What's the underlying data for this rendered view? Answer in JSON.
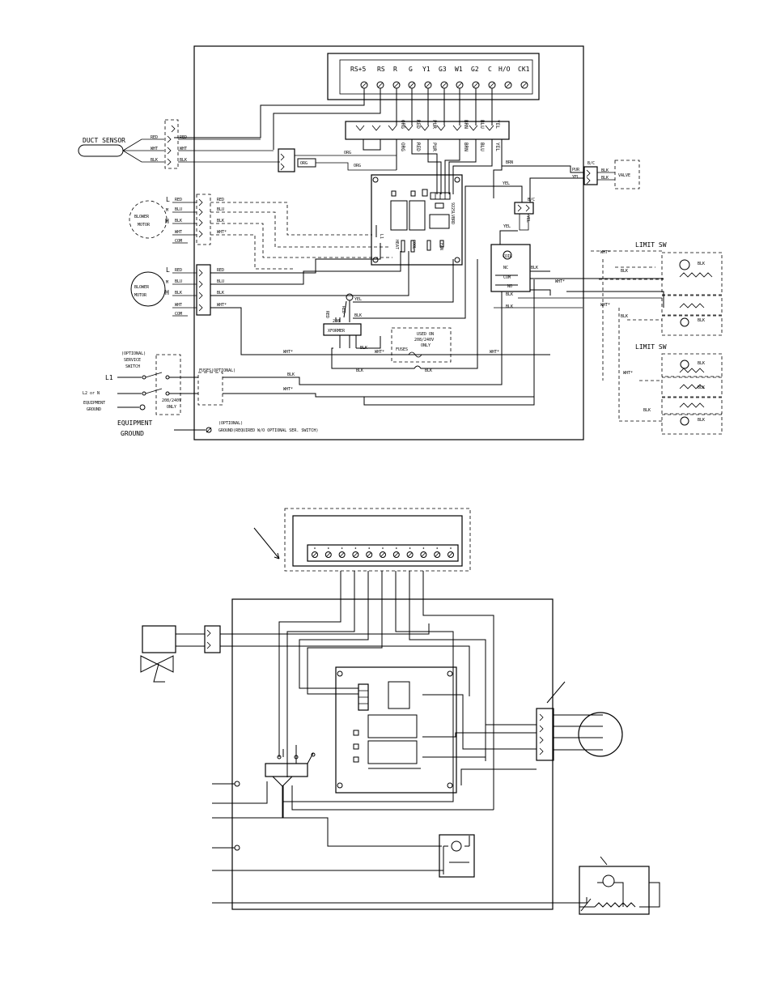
{
  "top_diagram": {
    "terminal_labels": [
      "RS+5",
      "RS",
      "R",
      "G",
      "Y1",
      "G3",
      "W1",
      "G2",
      "C",
      "H/O",
      "CK1"
    ],
    "plug_labels": [
      "ORG",
      "RED",
      "PUR",
      "BRN",
      "BLU",
      "YEL"
    ],
    "harness_labels": [
      "ORG",
      "RED",
      "PUR",
      "BRN",
      "BLU",
      "YEL"
    ],
    "duct_sensor": {
      "label": "DUCT SENSOR",
      "wires": [
        "RED",
        "WHT",
        "BLK"
      ],
      "right_wires": [
        "RED",
        "WHT",
        "BLK"
      ]
    },
    "org_plug": "ORG",
    "org_wire_1": "ORG",
    "org_wire_2": "ORG",
    "blower_motor_1": {
      "name_line1": "BLOWER",
      "name_line2": "MOTOR",
      "taps": [
        "L",
        "M",
        "H"
      ],
      "wires": [
        "RED",
        "BLU",
        "BLK",
        "WHT",
        "COM"
      ],
      "right_wires": [
        "RED",
        "BLU",
        "BLK",
        "WHT*"
      ]
    },
    "blower_motor_2": {
      "name_line1": "BLOWER",
      "name_line2": "MOTOR",
      "taps": [
        "L",
        "M",
        "H"
      ],
      "wires": [
        "RED",
        "BLU",
        "BLK",
        "WHT",
        "COM"
      ],
      "right_wires": [
        "RED",
        "BLU",
        "BLK",
        "WHT*"
      ]
    },
    "board": {
      "label": "922SLVBRD",
      "relay_1": "HEAT",
      "relay_2": "COOL",
      "fan_label": "FAN",
      "ground_label": "L1"
    },
    "relay": {
      "coil_label": "COIL",
      "no_label": "NO",
      "nc_label": "NC",
      "com_label": "COM"
    },
    "relay_wires": [
      "YEL",
      "WHT*",
      "BLK"
    ],
    "valve": {
      "label": "VALVE",
      "wires": [
        "PUR",
        "YEL"
      ],
      "plug_label": "B/C"
    },
    "brn_label": "BRN",
    "yel_label": "YEL",
    "transformer": {
      "label": "XFORMER",
      "wires": [
        "RED",
        "YEL",
        "BLK",
        "RED",
        "BLK"
      ],
      "tap_label": "208"
    },
    "fuse_block": {
      "note_line1": "USED ON",
      "note_line2": "208/240V",
      "note_line3": "ONLY",
      "fuse_label": "FUSES"
    },
    "limit_switches": {
      "label_1": "LIMIT SW",
      "label_2": "LIMIT SW",
      "wires": [
        "WHT*",
        "BLK",
        "BLK",
        "WHT*",
        "BLK",
        "WHT*",
        "BLK",
        "BLK",
        "BLK",
        "BLK"
      ]
    },
    "power": {
      "service_switch_line1": "(OPTIONAL)",
      "service_switch_line2": "SERVICE",
      "service_switch_line3": "SWITCH",
      "l1_label": "L1",
      "l2_label": "L2 or N",
      "equip_ground_line1": "EQUIPMENT",
      "equip_ground_line2": "GROUND",
      "fuses_note": "FUSES(OPTIONAL)",
      "volt_note_line1": "208/240V",
      "volt_note_line2": "ONLY",
      "blk_wire": "BLK",
      "wht_wire": "WHT*",
      "wht_wire_2": "WHT*",
      "blk_wire_2": "BLK",
      "ground_line1": "EQUIPMENT",
      "ground_line2": "GROUND",
      "ground_note_line1": "(OPTIONAL)",
      "ground_note_line2": "GROUND(REQUIRED W/O OPTIONAL SER. SWITCH)"
    }
  },
  "bottom_diagram": {
    "terminal_count": 11
  }
}
